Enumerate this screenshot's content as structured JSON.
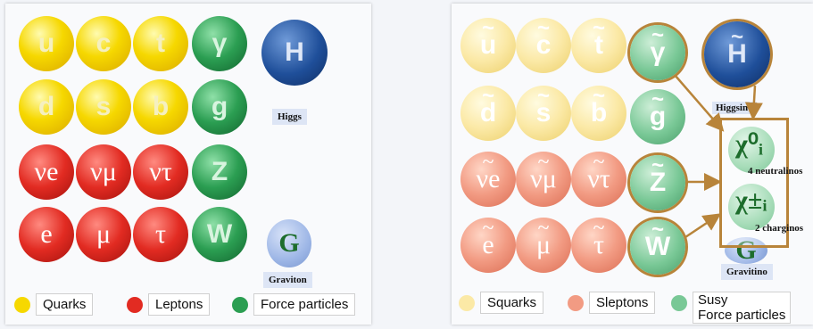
{
  "left": {
    "quarks": [
      "u",
      "c",
      "t",
      "d",
      "s",
      "b"
    ],
    "leptons": [
      "νe",
      "νμ",
      "ντ",
      "e",
      "μ",
      "τ"
    ],
    "forces": [
      "γ",
      "g",
      "Z",
      "W"
    ],
    "higgs": "H",
    "higgs_label": "Higgs",
    "graviton": "G",
    "graviton_label": "Graviton",
    "legend": [
      "Quarks",
      "Leptons",
      "Force particles"
    ]
  },
  "right": {
    "squarks": [
      "u",
      "c",
      "t",
      "d",
      "s",
      "b"
    ],
    "sleptons": [
      "νe",
      "νμ",
      "ντ",
      "e",
      "μ",
      "τ"
    ],
    "sforces": [
      "γ",
      "g",
      "Z",
      "W"
    ],
    "higgsino": "H",
    "higgsino_label": "Higgsino",
    "gravitino": "G",
    "gravitino_label": "Gravitino",
    "neutralino_symbol": "χ⁰ᵢ",
    "neutralino_label": "4 neutralinos",
    "chargino_symbol": "χ±ᵢ",
    "chargino_label": "2 charginos",
    "legend": [
      "Squarks",
      "Sleptons",
      "Susy",
      "Force particles"
    ]
  },
  "colors": {
    "quark": "#f6d800",
    "lepton": "#e22b22",
    "force": "#2b9e52",
    "higgs": "#1f4f9a",
    "graviton": "#9db6e6",
    "squark": "#fbe9a6",
    "slepton": "#f29b83",
    "sforce": "#79c896",
    "bracket": "#b8843a"
  }
}
